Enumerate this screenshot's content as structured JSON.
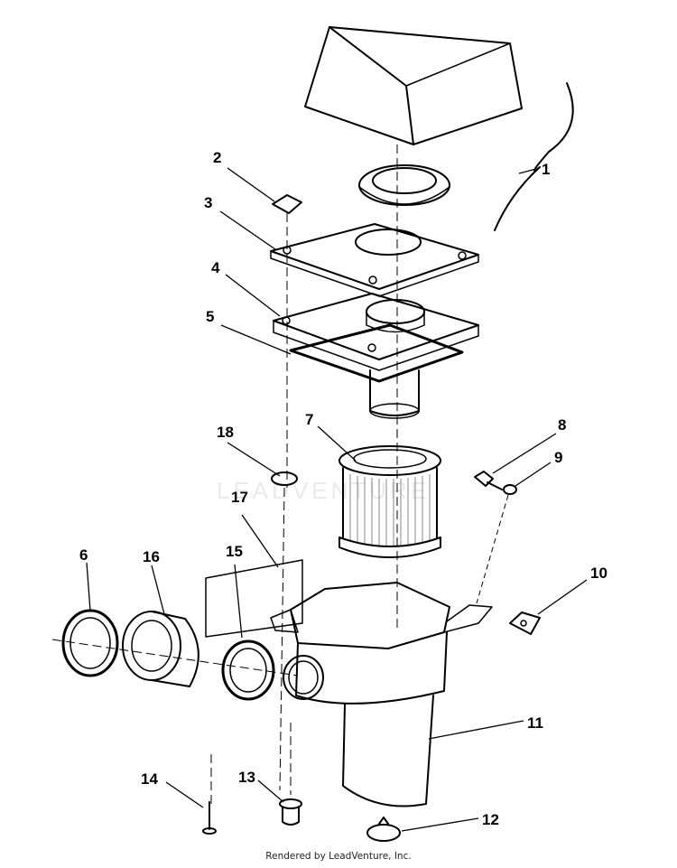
{
  "diagram": {
    "callouts": [
      {
        "id": "1",
        "label": "1"
      },
      {
        "id": "2",
        "label": "2"
      },
      {
        "id": "3",
        "label": "3"
      },
      {
        "id": "4",
        "label": "4"
      },
      {
        "id": "5",
        "label": "5"
      },
      {
        "id": "6",
        "label": "6"
      },
      {
        "id": "7",
        "label": "7"
      },
      {
        "id": "8",
        "label": "8"
      },
      {
        "id": "9",
        "label": "9"
      },
      {
        "id": "10",
        "label": "10"
      },
      {
        "id": "11",
        "label": "11"
      },
      {
        "id": "12",
        "label": "12"
      },
      {
        "id": "13",
        "label": "13"
      },
      {
        "id": "14",
        "label": "14"
      },
      {
        "id": "15",
        "label": "15"
      },
      {
        "id": "16",
        "label": "16"
      },
      {
        "id": "17",
        "label": "17"
      },
      {
        "id": "18",
        "label": "18"
      }
    ],
    "watermark": "LEADVENTURE",
    "footer": "Rendered by LeadVenture, Inc."
  }
}
